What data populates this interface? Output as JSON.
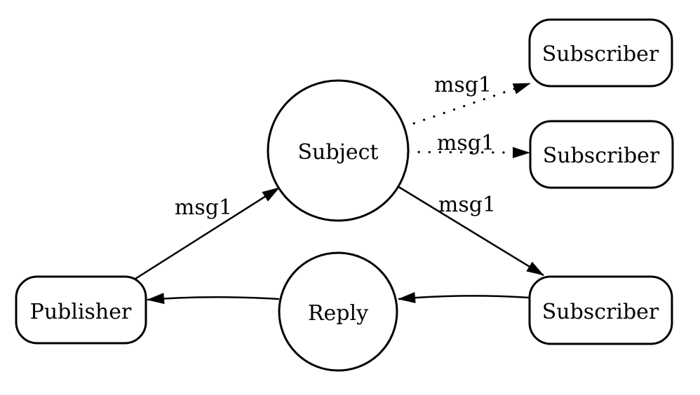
{
  "diagram": {
    "type": "pub-sub-message-flow",
    "colors": {
      "stroke": "#000000",
      "text": "#000000",
      "background": "#ffffff"
    },
    "nodes": [
      {
        "id": "publisher",
        "label": "Publisher",
        "shape": "rounded-rect"
      },
      {
        "id": "subject",
        "label": "Subject",
        "shape": "circle"
      },
      {
        "id": "subscriber-1",
        "label": "Subscriber",
        "shape": "rounded-rect"
      },
      {
        "id": "subscriber-2",
        "label": "Subscriber",
        "shape": "rounded-rect"
      },
      {
        "id": "subscriber-3",
        "label": "Subscriber",
        "shape": "rounded-rect"
      },
      {
        "id": "reply",
        "label": "Reply",
        "shape": "circle"
      }
    ],
    "edges": [
      {
        "from": "publisher",
        "to": "subject",
        "label": "msg1",
        "style": "solid"
      },
      {
        "from": "subject",
        "to": "subscriber-1",
        "label": "msg1",
        "style": "dotted"
      },
      {
        "from": "subject",
        "to": "subscriber-2",
        "label": "msg1",
        "style": "dotted"
      },
      {
        "from": "subject",
        "to": "subscriber-3",
        "label": "msg1",
        "style": "solid"
      },
      {
        "from": "subscriber-3",
        "to": "reply",
        "label": "",
        "style": "solid"
      },
      {
        "from": "reply",
        "to": "publisher",
        "label": "",
        "style": "solid"
      }
    ]
  }
}
